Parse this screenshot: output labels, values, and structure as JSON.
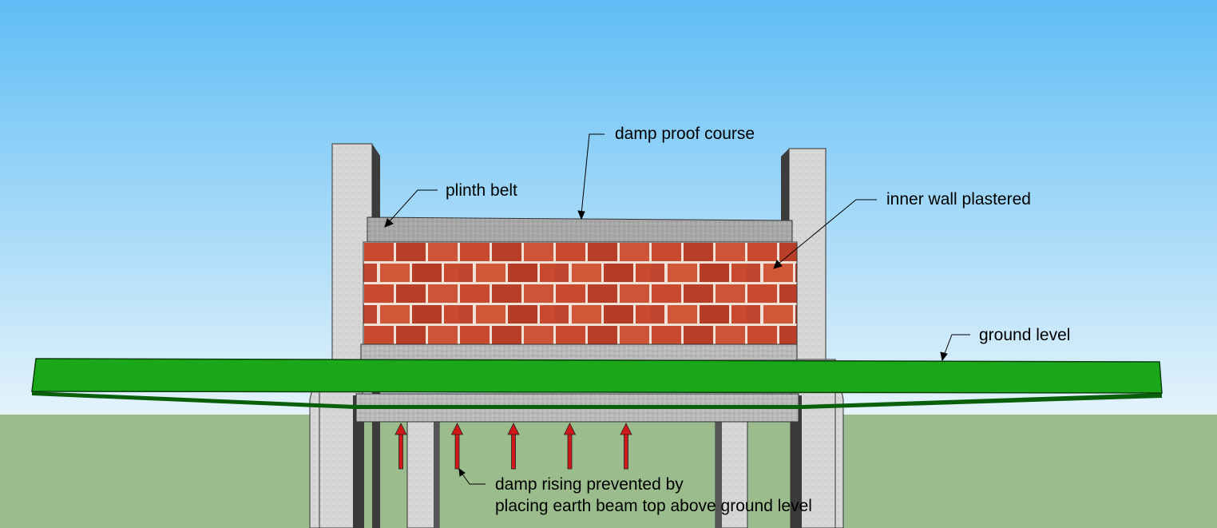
{
  "labels": {
    "damp_proof_course": "damp proof course",
    "plinth_belt": "plinth belt",
    "inner_wall_plastered": "inner wall plastered",
    "ground_level": "ground level",
    "damp_rising_line1": "damp rising prevented by",
    "damp_rising_line2": "placing earth beam top above ground level"
  },
  "colors": {
    "sky_top": "#5fbdf5",
    "sky_bottom": "#e4f3fb",
    "grass": "#9bbd8d",
    "ground_slab_top": "#1aa81a",
    "ground_slab_side": "#0b6a0b",
    "concrete": "#d8d8d8",
    "concrete_shadow": "#4a4a4a",
    "brick": "#c4452e",
    "mortar": "#e8d8cc",
    "arrow": "#d01818"
  },
  "rising_damp_arrow_count": 5
}
